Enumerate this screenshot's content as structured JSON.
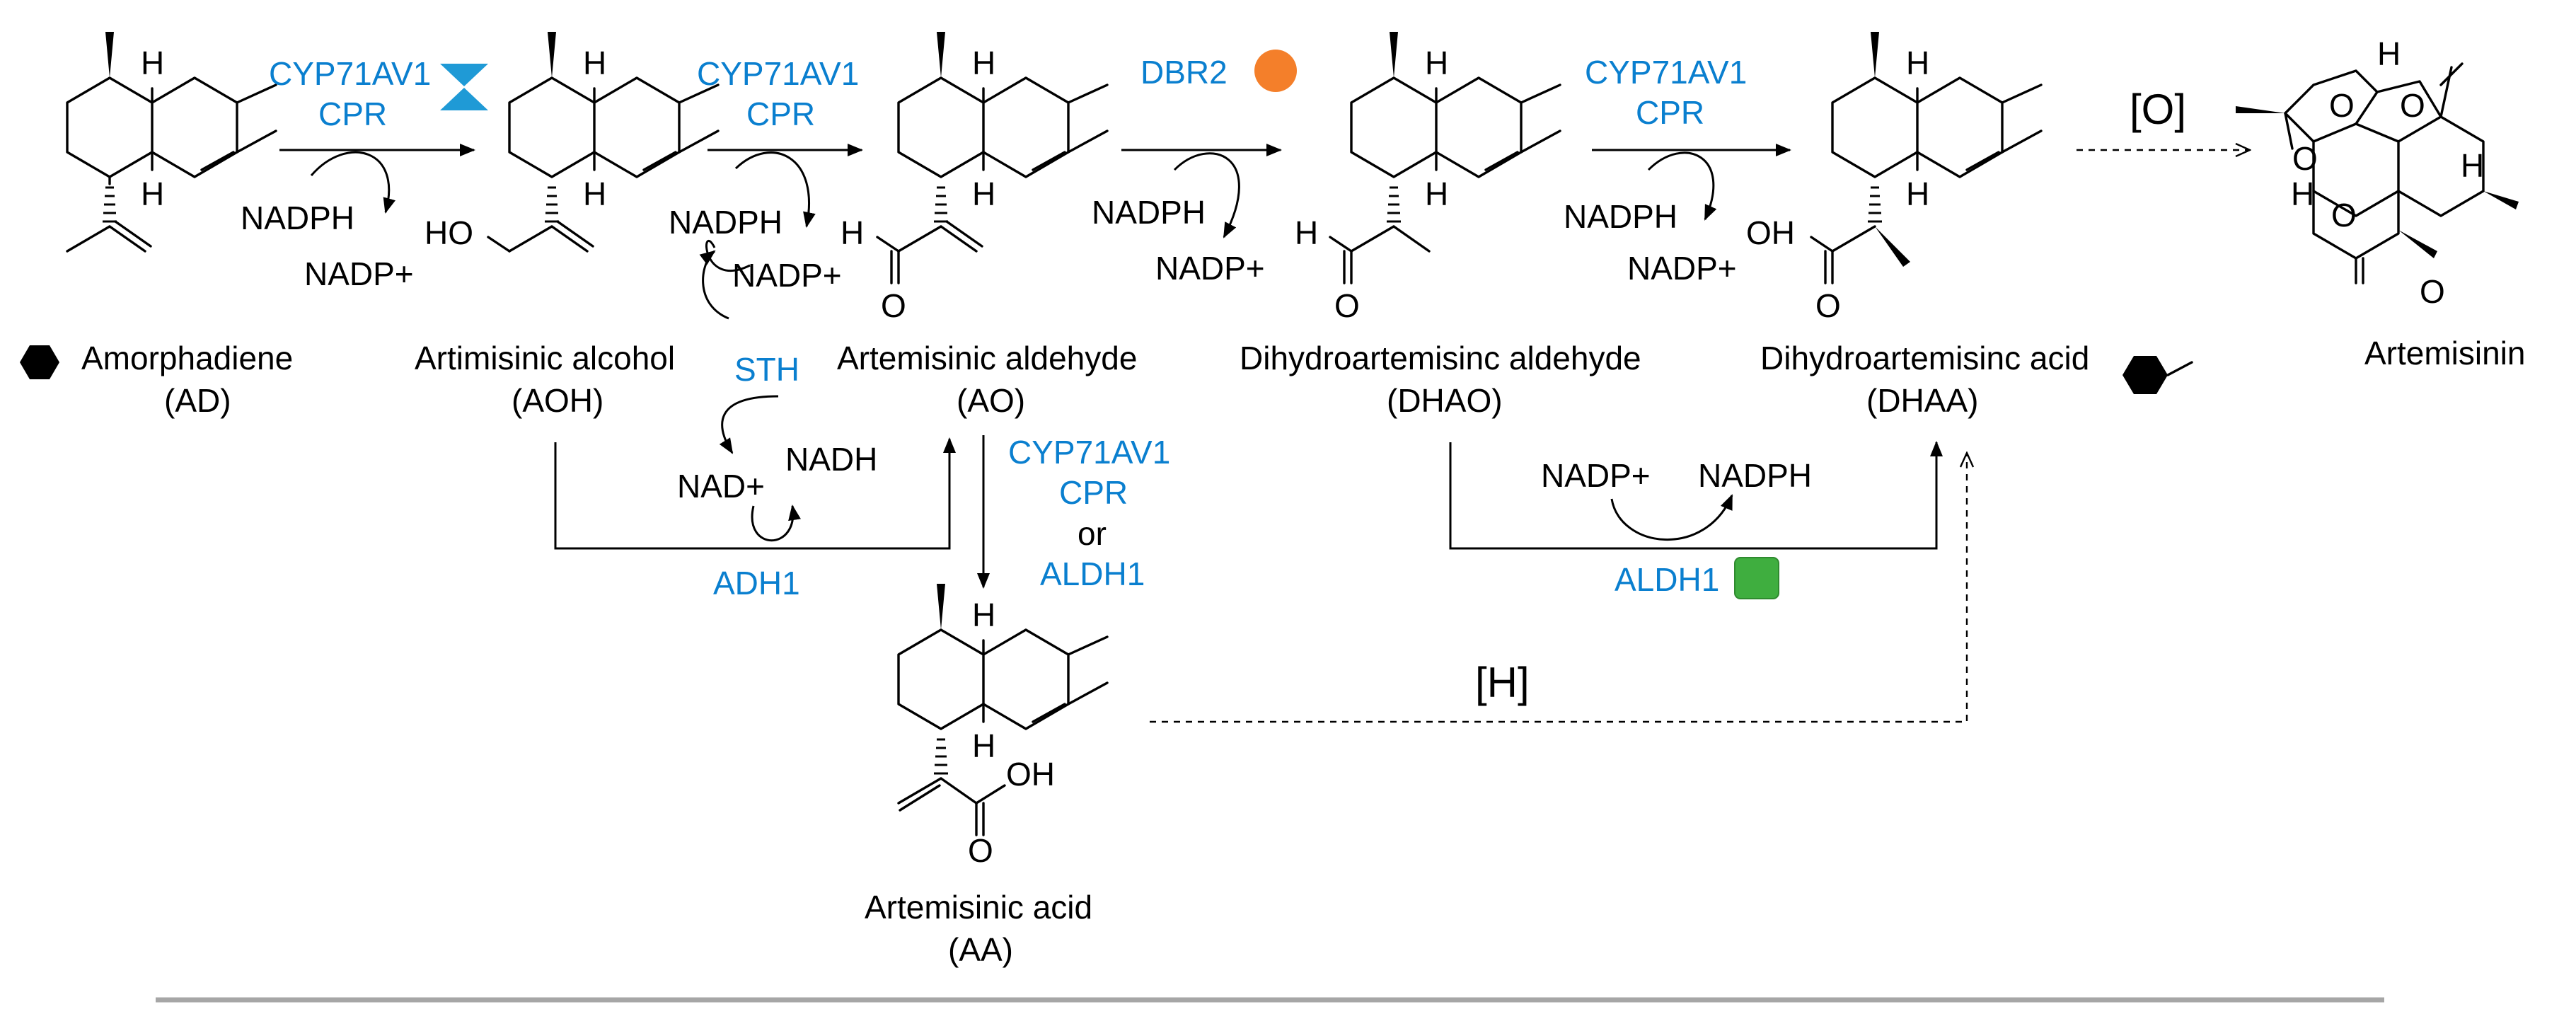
{
  "compounds": {
    "ad": {
      "name": "Amorphadiene",
      "abbr": "(AD)"
    },
    "aoh": {
      "name": "Artimisinic alcohol",
      "abbr": "(AOH)"
    },
    "ao": {
      "name": "Artemisinic aldehyde",
      "abbr": "(AO)"
    },
    "dhao": {
      "name": "Dihydroartemisinc aldehyde",
      "abbr": "(DHAO)"
    },
    "dhaa": {
      "name": "Dihydroartemisinc acid",
      "abbr": "(DHAA)"
    },
    "art": {
      "name": "Artemisinin"
    },
    "aa": {
      "name": "Artemisinic acid",
      "abbr": "(AA)"
    }
  },
  "enzymes": {
    "cyp": "CYP71AV1",
    "cpr": "CPR",
    "dbr2": "DBR2",
    "sth": "STH",
    "adh1": "ADH1",
    "aldh1": "ALDH1",
    "or": "or"
  },
  "cofactors": {
    "nadph": "NADPH",
    "nadp": "NADP+",
    "nadh": "NADH",
    "nad": "NAD+"
  },
  "steps": {
    "oxidation": "[O]",
    "reduction": "[H]"
  },
  "atoms": {
    "h": "H",
    "o": "O",
    "oh": "OH",
    "ho": "HO"
  },
  "colors": {
    "enzyme_text": "#0a7fcf",
    "hourglass": "#1f9ad6",
    "dbr2_circle": "#f47f2a",
    "aldh1_square": "#3fae3f",
    "hexagon": "#000000"
  },
  "icons": [
    "hexagon-icon",
    "hourglass-icon",
    "orange-circle-icon",
    "green-square-icon",
    "hexagon-tail-icon"
  ]
}
